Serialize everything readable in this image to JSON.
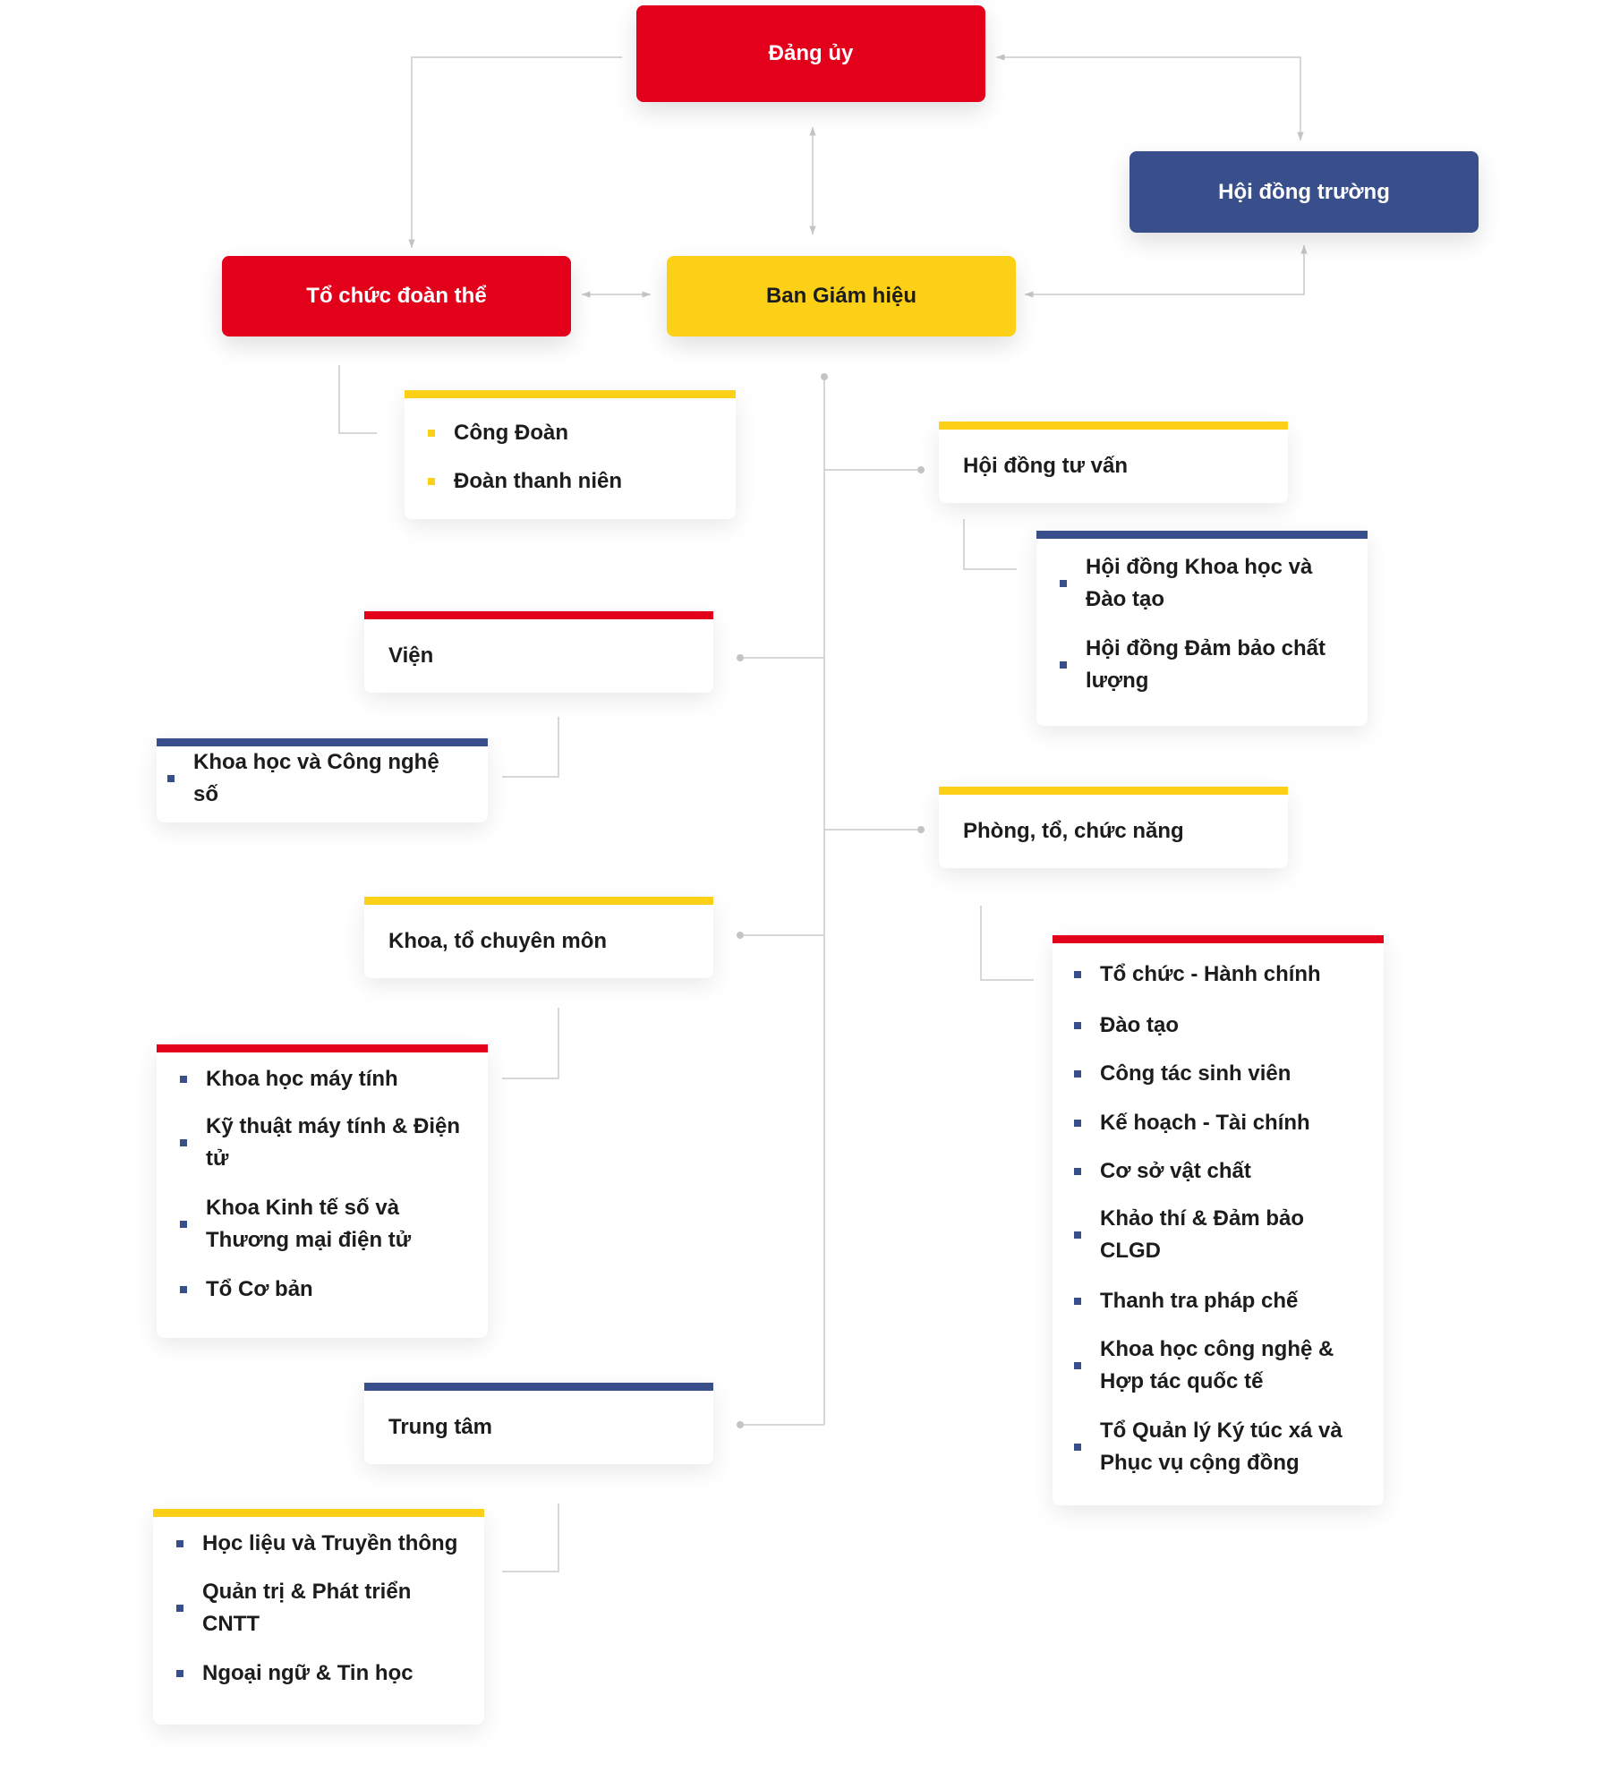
{
  "nodes": {
    "dang_uy": "Đảng ủy",
    "hoi_dong_truong": "Hội đồng trường",
    "to_chuc_doan_the": "Tổ chức đoàn thể",
    "ban_giam_hieu": "Ban Giám hiệu"
  },
  "doan_the": [
    "Công Đoàn",
    "Đoàn thanh niên"
  ],
  "hoi_dong_tu_van": {
    "title": "Hội đồng tư vấn",
    "items": [
      "Hội đồng Khoa học và Đào tạo",
      "Hội đồng Đảm bảo chất lượng"
    ]
  },
  "vien": {
    "title": "Viện",
    "items": [
      "Khoa học và Công nghệ số"
    ]
  },
  "phong": {
    "title": "Phòng, tổ, chức năng",
    "items": [
      "Tổ chức - Hành chính",
      "Đào tạo",
      "Công tác sinh viên",
      "Kế hoạch - Tài chính",
      "Cơ sở vật chất",
      "Khảo thí & Đảm bảo CLGD",
      "Thanh tra pháp chế",
      "Khoa học công nghệ & Hợp tác quốc tế",
      "Tổ Quản lý Ký túc xá và Phục vụ cộng đồng"
    ]
  },
  "khoa": {
    "title": "Khoa, tổ chuyên môn",
    "items": [
      "Khoa học máy tính",
      "Kỹ thuật máy tính & Điện tử",
      "Khoa Kinh tế số và Thương mại điện tử",
      "Tổ Cơ bản"
    ]
  },
  "trung_tam": {
    "title": "Trung tâm",
    "items": [
      "Học liệu và Truyền thông",
      "Quản trị & Phát triển CNTT",
      "Ngoại ngữ & Tin học"
    ]
  },
  "colors": {
    "red": "#e2001a",
    "yellow": "#fcd016",
    "blue": "#394f8c",
    "connector": "#c9c9c9"
  }
}
